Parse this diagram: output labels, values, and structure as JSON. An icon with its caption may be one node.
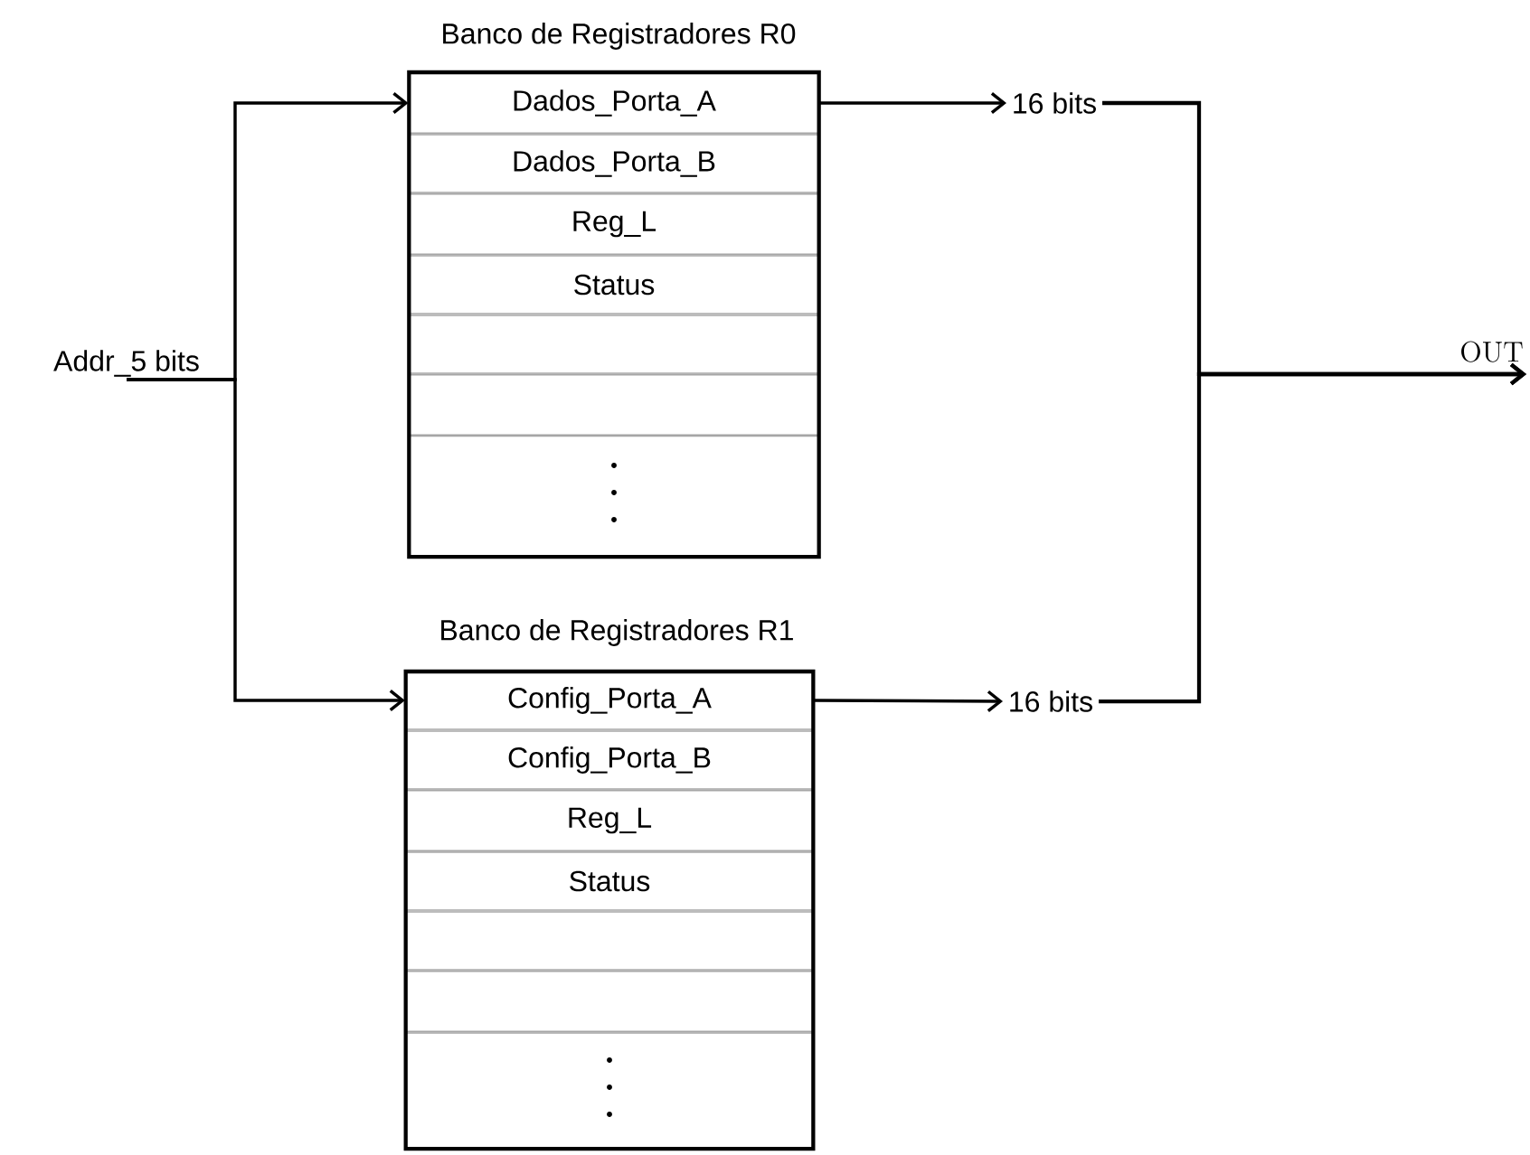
{
  "diagram": {
    "nodes": [
      {
        "text": [
          "Addr_5 bits"
        ]
      },
      {
        "text": [
          "Banco de Registradores R0"
        ]
      },
      {
        "text": [
          "Dados_Porta_A"
        ],
        "in": 1
      },
      {
        "text": [
          "Dados_Porta_B"
        ],
        "in": 1
      },
      {
        "text": [
          "Reg_L"
        ],
        "in": 1
      },
      {
        "text": [
          "Status"
        ],
        "in": 1
      },
      {
        "text": [],
        "shape": "box",
        "in": 1
      },
      {
        "text": [],
        "shape": "box",
        "in": 1
      },
      {
        "text": [],
        "shape": "box",
        "in": 1
      },
      {
        "text": [
          "16 bits"
        ]
      },
      {
        "text": [
          "Banco de Registradores R1"
        ]
      },
      {
        "text": [
          "Config_Porta_A"
        ],
        "in": 10
      },
      {
        "text": [
          "Config_Porta_B"
        ],
        "in": 10
      },
      {
        "text": [
          "Reg_L"
        ],
        "in": 10
      },
      {
        "text": [
          "Status"
        ],
        "in": 10
      },
      {
        "text": [],
        "shape": "box",
        "in": 10
      },
      {
        "text": [],
        "shape": "box",
        "in": 10
      },
      {
        "text": [],
        "shape": "box",
        "in": 10
      },
      {
        "text": [
          "16 bits"
        ]
      },
      {
        "text": [
          "OUT"
        ]
      }
    ],
    "edges": [
      {
        "from": 0,
        "to": 2,
        "arrow": "to"
      },
      {
        "from": 0,
        "to": 11,
        "arrow": "to"
      },
      {
        "from": 2,
        "to": 9,
        "arrow": "to"
      },
      {
        "from": 11,
        "to": 18,
        "arrow": "to"
      },
      {
        "from": 9,
        "to": 19,
        "arrow": "to"
      },
      {
        "from": 18,
        "to": 19,
        "arrow": "to"
      }
    ]
  }
}
